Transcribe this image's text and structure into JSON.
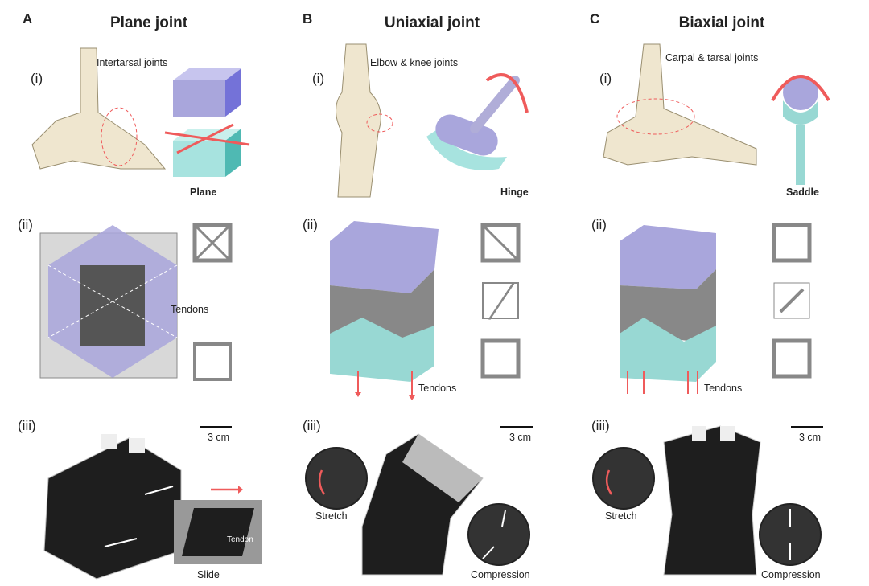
{
  "panels": [
    {
      "letter": "A",
      "title": "Plane joint",
      "row_i": {
        "label": "(i)",
        "anatomy": "Intertarsal joints",
        "joint_type": "Plane"
      },
      "row_ii": {
        "label": "(ii)",
        "tendons": "Tendons"
      },
      "row_iii": {
        "label": "(iii)",
        "scale": "3 cm",
        "inset_label": "Tendon",
        "caption": "Slide"
      }
    },
    {
      "letter": "B",
      "title": "Uniaxial joint",
      "row_i": {
        "label": "(i)",
        "anatomy": "Elbow & knee joints",
        "joint_type": "Hinge"
      },
      "row_ii": {
        "label": "(ii)",
        "tendons": "Tendons"
      },
      "row_iii": {
        "label": "(iii)",
        "scale": "3 cm",
        "stretch": "Stretch",
        "compression": "Compression"
      }
    },
    {
      "letter": "C",
      "title": "Biaxial joint",
      "row_i": {
        "label": "(i)",
        "anatomy": "Carpal & tarsal joints",
        "joint_type": "Saddle"
      },
      "row_ii": {
        "label": "(ii)",
        "tendons": "Tendons"
      },
      "row_iii": {
        "label": "(iii)",
        "scale": "3 cm",
        "stretch": "Stretch",
        "compression": "Compression"
      }
    }
  ],
  "colors": {
    "purple": "#a9a6dc",
    "teal": "#98d8d3",
    "lattice": "#8a8a8a",
    "arrow": "#ef5b5b",
    "bone": "#efe6cf",
    "photo": "#1e1e1e"
  }
}
